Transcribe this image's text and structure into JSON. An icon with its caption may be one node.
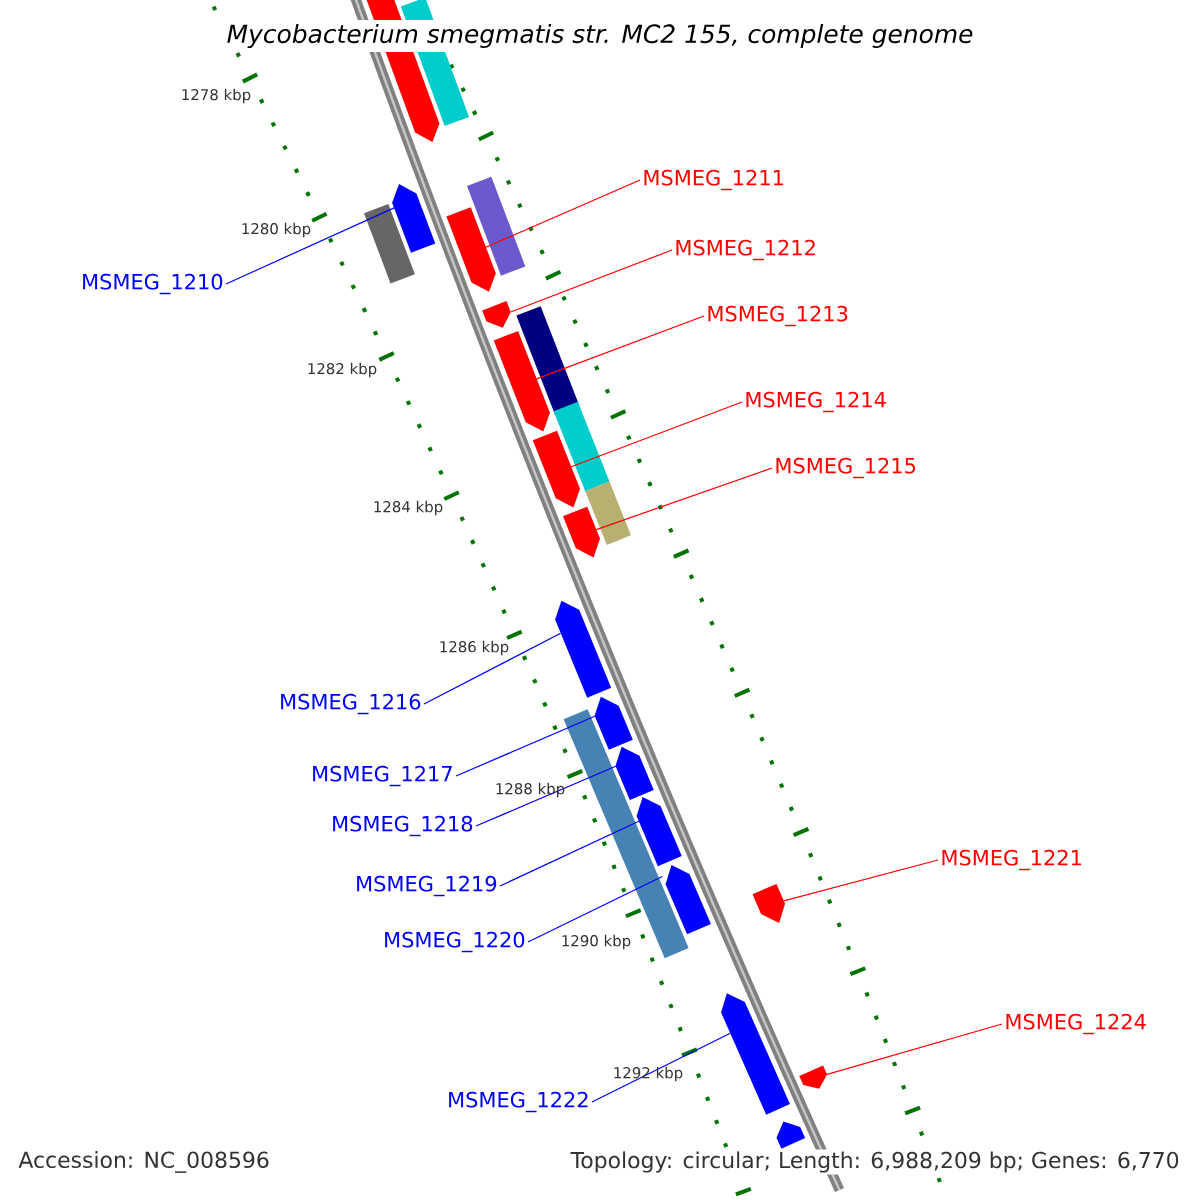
{
  "diagram": {
    "title": "Mycobacterium smegmatis str. MC2 155, complete genome",
    "nodes": [
      {
        "text": [
          "MSMEG_1211"
        ]
      },
      {
        "text": [
          "MSMEG_1212"
        ]
      },
      {
        "text": [
          "MSMEG_1213"
        ]
      },
      {
        "text": [
          "MSMEG_1210"
        ]
      },
      {
        "text": [
          "MSMEG_1214"
        ]
      },
      {
        "text": [
          "MSMEG_1215"
        ]
      },
      {
        "text": [
          "MSMEG_1216"
        ]
      },
      {
        "text": [
          "MSMEG_1217"
        ]
      },
      {
        "text": [
          "MSMEG_1218"
        ]
      },
      {
        "text": [
          "MSMEG_1221"
        ]
      },
      {
        "text": [
          "MSMEG_1219"
        ]
      },
      {
        "text": [
          "MSMEG_1220"
        ]
      },
      {
        "text": [
          "MSMEG_1224"
        ]
      },
      {
        "text": [
          "MSMEG_1222"
        ]
      },
      {
        "text": [],
        "shape": "pentagon"
      },
      {
        "text": [],
        "shape": "box"
      },
      {
        "text": [],
        "shape": "pentagon"
      },
      {
        "text": [],
        "shape": "box"
      },
      {
        "text": [],
        "shape": "box"
      },
      {
        "text": [],
        "shape": "pentagon"
      },
      {
        "text": [],
        "shape": "pentagon"
      },
      {
        "text": [],
        "shape": "box"
      },
      {
        "text": [],
        "shape": "pentagon"
      },
      {
        "text": [],
        "shape": "box"
      },
      {
        "text": [],
        "shape": "pentagon"
      },
      {
        "text": [],
        "shape": "box"
      },
      {
        "text": [],
        "shape": "pentagon"
      },
      {
        "text": [],
        "shape": "pentagon"
      },
      {
        "text": [],
        "shape": "pentagon"
      },
      {
        "text": [],
        "shape": "box"
      },
      {
        "text": [],
        "shape": "pentagon"
      },
      {
        "text": [],
        "shape": "pentagon"
      },
      {
        "text": [],
        "shape": "pentagon"
      },
      {
        "text": [],
        "shape": "pentagon"
      },
      {
        "text": [],
        "shape": "pentagon"
      },
      {
        "text": [],
        "shape": "pentagon"
      },
      {
        "text": [],
        "shape": "pentagon"
      }
    ],
    "edges": [
      {
        "from": 0,
        "to": 19,
        "arrow": "none",
        "color": "#ff0000"
      },
      {
        "from": 1,
        "to": 20,
        "arrow": "none",
        "color": "#ff0000"
      },
      {
        "from": 2,
        "to": 22,
        "arrow": "none",
        "color": "#ff0000"
      },
      {
        "from": 3,
        "to": 16,
        "arrow": "none",
        "color": "#0000ff"
      },
      {
        "from": 4,
        "to": 24,
        "arrow": "none",
        "color": "#ff0000"
      },
      {
        "from": 5,
        "to": 26,
        "arrow": "none",
        "color": "#ff0000"
      },
      {
        "from": 6,
        "to": 27,
        "arrow": "none",
        "color": "#0000ff"
      },
      {
        "from": 7,
        "to": 28,
        "arrow": "none",
        "color": "#0000ff"
      },
      {
        "from": 8,
        "to": 30,
        "arrow": "none",
        "color": "#0000ff"
      },
      {
        "from": 9,
        "to": 33,
        "arrow": "none",
        "color": "#ff0000"
      },
      {
        "from": 10,
        "to": 31,
        "arrow": "none",
        "color": "#0000ff"
      },
      {
        "from": 11,
        "to": 32,
        "arrow": "none",
        "color": "#0000ff"
      },
      {
        "from": 12,
        "to": 35,
        "arrow": "none",
        "color": "#ff0000"
      },
      {
        "from": 13,
        "to": 34,
        "arrow": "none",
        "color": "#0000ff"
      }
    ],
    "labels": [
      "1278 kbp",
      "1280 kbp",
      "1282 kbp",
      "1284 kbp",
      "1286 kbp",
      "1288 kbp",
      "1290 kbp",
      "1292 kbp",
      "Accession: NC_008596",
      "Topology: circular; Length: 6,988,209 bp; Genes: 6,770"
    ]
  }
}
